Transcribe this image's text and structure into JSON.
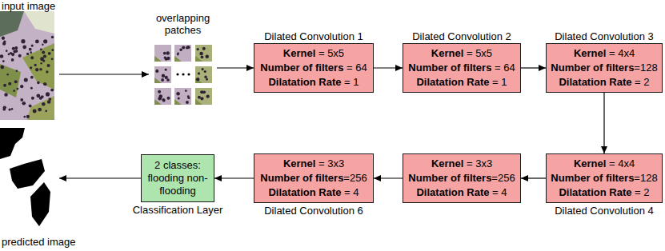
{
  "diagram": {
    "nodes": [
      {
        "text": [
          "input image"
        ]
      },
      {
        "text": [
          "overlapping patches"
        ]
      },
      {
        "text": [
          "Dilated Convolution 1",
          "Kernel = 5x5",
          "Number of filters = 64",
          "Dilatation Rate = 1"
        ]
      },
      {
        "text": [
          "Dilated Convolution 2",
          "Kernel = 5x5",
          "Number of filters = 64",
          "Dilatation Rate = 1"
        ]
      },
      {
        "text": [
          "Dilated Convolution 3",
          "Kernel = 4x4",
          "Number of filters=128",
          "Dilatation Rate = 2"
        ]
      },
      {
        "text": [
          "Dilated Convolution 4",
          "Kernel = 4x4",
          "Number of filters=128",
          "Dilatation Rate = 2"
        ]
      },
      {
        "text": [
          "Kernel = 3x3",
          "Number of filters=256",
          "Dilatation Rate = 4"
        ]
      },
      {
        "text": [
          "Dilated Convolution 6",
          "Kernel = 3x3",
          "Number of filters=256",
          "Dilatation Rate = 4"
        ]
      },
      {
        "text": [
          "2 classes: flooding non-flooding",
          "Classification Layer"
        ]
      },
      {
        "text": [
          "predicted image"
        ]
      }
    ],
    "edges": [
      {
        "from": 0,
        "to": 1,
        "arrow": "to"
      },
      {
        "from": 1,
        "to": 2,
        "arrow": "to"
      },
      {
        "from": 2,
        "to": 3,
        "arrow": "to"
      },
      {
        "from": 3,
        "to": 4,
        "arrow": "to"
      },
      {
        "from": 4,
        "to": 5,
        "arrow": "to"
      },
      {
        "from": 5,
        "to": 6,
        "arrow": "to"
      },
      {
        "from": 6,
        "to": 7,
        "arrow": "to"
      },
      {
        "from": 7,
        "to": 8,
        "arrow": "to"
      },
      {
        "from": 8,
        "to": 9,
        "arrow": "to"
      }
    ]
  }
}
